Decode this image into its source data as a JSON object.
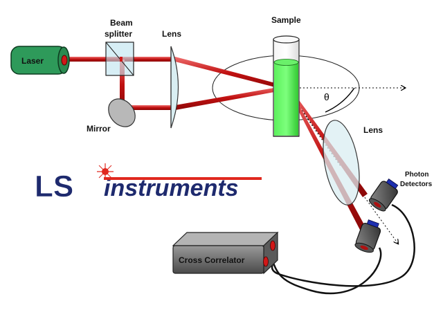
{
  "labels": {
    "laser": "Laser",
    "beam_splitter_line1": "Beam",
    "beam_splitter_line2": "splitter",
    "lens_top": "Lens",
    "sample": "Sample",
    "mirror": "Mirror",
    "lens_right": "Lens",
    "photon_line1": "Photon",
    "photon_line2": "Detectors",
    "cross_correlator": "Cross Correlator",
    "theta": "θ"
  },
  "logo": {
    "prefix": "LS",
    "suffix": "instruments"
  },
  "colors": {
    "beam": "#d01818",
    "laser_body": "#2e9a5a",
    "sample_liquid": "#44e344",
    "lens_fill": "#d9eef2",
    "logo_blue": "#1e2a6e",
    "logo_red": "#e0281e"
  }
}
